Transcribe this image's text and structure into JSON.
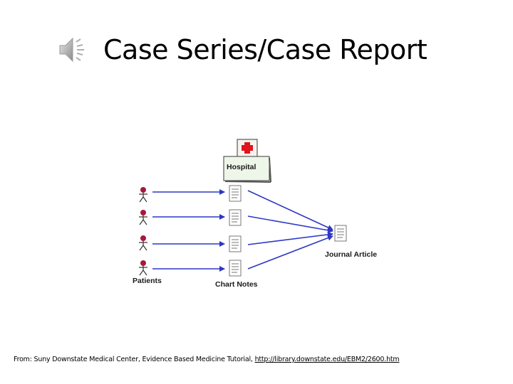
{
  "slide": {
    "title": "Case Series/Case Report",
    "audio_icon": "speaker-icon"
  },
  "diagram": {
    "hospital_label": "Hospital",
    "patients_label": "Patients",
    "chart_notes_label": "Chart Notes",
    "journal_article_label": "Journal Article",
    "patient_count": 4,
    "colors": {
      "arrow": "#2d36c4",
      "patient_head": "#a8183b",
      "cross": "#e0141e",
      "hospital_box": "#eef6ea"
    }
  },
  "source": {
    "prefix": "From: Suny Downstate Medical Center, Evidence Based Medicine Tutorial, ",
    "link_text": "http://library.downstate.edu/EBM2/2600.htm"
  }
}
